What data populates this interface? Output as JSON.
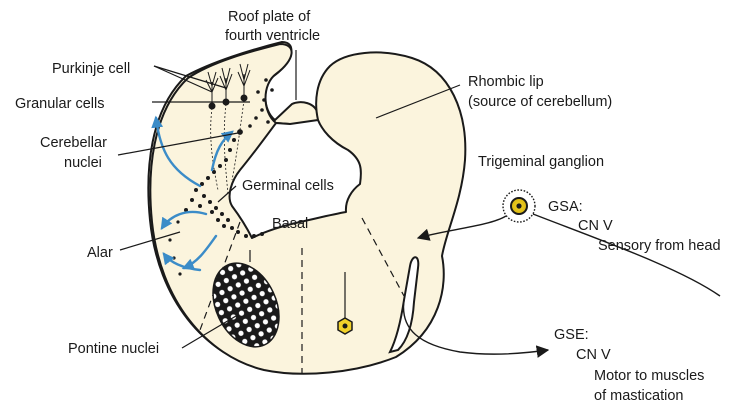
{
  "labels": {
    "roof_plate_line1": "Roof plate of",
    "roof_plate_line2": "fourth ventricle",
    "purkinje": "Purkinje cell",
    "granular": "Granular cells",
    "cerebellar_line1": "Cerebellar",
    "cerebellar_line2": "nuclei",
    "germinal": "Germinal cells",
    "basal": "Basal",
    "alar": "Alar",
    "pontine": "Pontine nuclei",
    "rhombic_line1": "Rhombic lip",
    "rhombic_line2": "(source of cerebellum)",
    "trigeminal": "Trigeminal ganglion",
    "gsa": "GSA:",
    "gsa_cn": "CN V",
    "gsa_desc": "Sensory from head",
    "gse": "GSE:",
    "gse_cn": "CN V",
    "gse_desc_line1": "Motor to muscles",
    "gse_desc_line2": "of mastication"
  },
  "colors": {
    "tissue_fill": "#fbf4dd",
    "outline": "#1a1a1a",
    "migration_arrows": "#3b8cc8",
    "ganglion_fill": "#f2d22a"
  }
}
